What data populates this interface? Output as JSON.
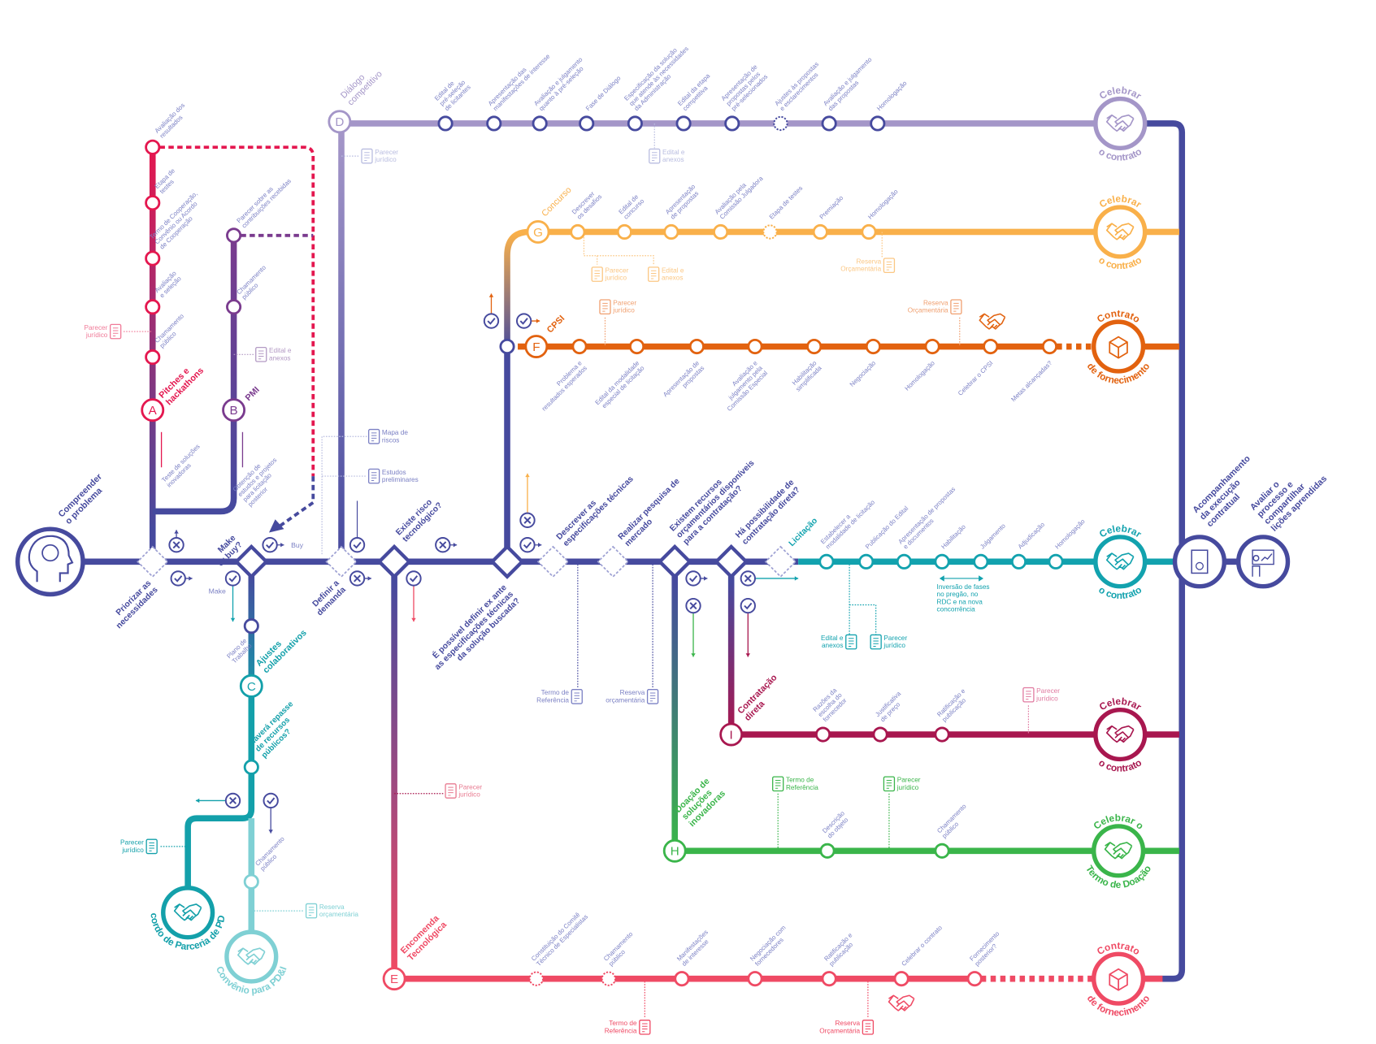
{
  "colors": {
    "main": "#464a9e",
    "label": "#7b80c4",
    "dialogo": "#a496c8",
    "concurso": "#f9b04a",
    "cpsi": "#e2620f",
    "licitacao": "#12a2ae",
    "direta": "#a8174f",
    "doacao": "#3ab54a",
    "encomenda": "#ef4a64",
    "pitches": "#e4174f",
    "pmi": "#7a3b8e",
    "ajustes": "#13a0aa",
    "convenio": "#7fd0d4"
  },
  "nodes": {
    "start": [
      "Compreender",
      "o problema"
    ],
    "monitor": [
      "Acompanhamento",
      "da execução",
      "contratual"
    ],
    "evaluate": [
      "Avaliar o",
      "processo e",
      "compartilhar",
      "lições aprendidas"
    ]
  },
  "decisions": [
    [
      "Priorizar as",
      "necessidades"
    ],
    [
      "Make",
      "or buy?"
    ],
    [
      "Definir a",
      "demanda"
    ],
    [
      "Existe risco",
      "tecnológico?"
    ],
    [
      "É possível definir ex ante",
      "as especificações técnicas",
      "da solução buscada?"
    ],
    [
      "Descrever as",
      "especificações técnicas"
    ],
    [
      "Realizar pesquisa de",
      "mercado"
    ],
    [
      "Existem recursos",
      "orçamentários disponíveis",
      "para a contratação?"
    ],
    [
      "Há possibilidade de",
      "contratação direta?"
    ],
    [
      "Licitação"
    ]
  ],
  "markers": {
    "buy": "Buy",
    "make": "Make"
  },
  "lines": {
    "A": {
      "letter": "A",
      "title": [
        "Pitches e",
        "hackathons"
      ],
      "note": [
        "Teste de soluções",
        "inovadoras"
      ],
      "stations": [
        [
          "Chamamento",
          "público"
        ],
        [
          "Avaliação",
          "e seleção"
        ],
        [
          "Termo de Cooperação,",
          "Convênio ou Acordo",
          "de Cooperação"
        ],
        [
          "Etapa de",
          "testes"
        ],
        [
          "Avaliação dos",
          "resultados"
        ]
      ]
    },
    "B": {
      "letter": "B",
      "title": [
        "PMI"
      ],
      "note": [
        "Obtenção de",
        "estudos e projetos",
        "para licitação",
        "posterior"
      ],
      "stations": [
        [
          "Chamamento",
          "público"
        ],
        [
          "Parecer sobre as",
          "contribuições recebidas"
        ]
      ]
    },
    "C": {
      "letter": "C",
      "title": [
        "Ajustes",
        "colaborativos"
      ],
      "stations": [
        [
          "Plano de",
          "Trabalho"
        ],
        [
          "Haverá repasse",
          "de recursos",
          "públicos?"
        ],
        [
          "Chamamento",
          "público"
        ]
      ]
    },
    "D": {
      "letter": "D",
      "title": [
        "Diálogo",
        "competitivo"
      ],
      "stations": [
        [
          "Edital de",
          "pré-seleção",
          "de licitantes"
        ],
        [
          "Apresentação das",
          "manifestações de interesse"
        ],
        [
          "Avaliação e julgamento",
          "quanto à pré-seleção"
        ],
        [
          "Fase de Diálogo"
        ],
        [
          "Especificação da solução",
          "que atende às necessidades",
          "da Administração"
        ],
        [
          "Edital da etapa",
          "competitiva"
        ],
        [
          "Apresentação de",
          "propostas pelos",
          "pré-selecionados"
        ],
        [
          "Ajustes às propostas",
          "e esclarecimentos"
        ],
        [
          "Avaliação e julgamento",
          "das propostas"
        ],
        [
          "Homologação"
        ]
      ]
    },
    "G": {
      "letter": "G",
      "title": [
        "Concurso"
      ],
      "stations": [
        [
          "Descrever",
          "os desafios"
        ],
        [
          "Edital de",
          "concurso"
        ],
        [
          "Apresentação",
          "de propostas"
        ],
        [
          "Avaliação pela",
          "Comissão Julgadora"
        ],
        [
          "Etapa de testes"
        ],
        [
          "Premiação"
        ],
        [
          "Homologação"
        ]
      ]
    },
    "F": {
      "letter": "F",
      "title": [
        "CPSI"
      ],
      "stations": [
        [
          "Problema e",
          "resultados esperados"
        ],
        [
          "Edital da modalidade",
          "especial de licitação"
        ],
        [
          "Apresentação de",
          "propostas"
        ],
        [
          "Avaliação e",
          "julgamento pela",
          "Comissão Especial"
        ],
        [
          "Habilitação",
          "simplificada"
        ],
        [
          "Negociação"
        ],
        [
          "Homologação"
        ],
        [
          "Celebrar o CPSI"
        ],
        [
          "Metas alcançadas?"
        ]
      ]
    },
    "T": {
      "stations": [
        [
          "Estabelecer a",
          "modalidade de licitação"
        ],
        [
          "Publicação do Edital"
        ],
        [
          "Apresentação de propostas",
          "e documentos"
        ],
        [
          "Habilitação"
        ],
        [
          "Julgamento"
        ],
        [
          "Adjudicação"
        ],
        [
          "Homologação"
        ]
      ],
      "note": [
        "Inversão de fases",
        "no pregão, no",
        "RDC e na nova",
        "concorrência"
      ]
    },
    "I": {
      "letter": "I",
      "title": [
        "Contratação",
        "direta"
      ],
      "stations": [
        [
          "Razões da",
          "escolha do",
          "fornecedor"
        ],
        [
          "Justificativa",
          "de preço"
        ],
        [
          "Ratificação e",
          "publicação"
        ]
      ]
    },
    "H": {
      "letter": "H",
      "title": [
        "Doação de",
        "soluções",
        "inovadoras"
      ],
      "stations": [
        [
          "Descrição",
          "do objeto"
        ],
        [
          "Chamamento",
          "público"
        ]
      ]
    },
    "E": {
      "letter": "E",
      "title": [
        "Encomenda",
        "Tecnológica"
      ],
      "stations": [
        [
          "Constituição do Comitê",
          "Técnico de Especialistas"
        ],
        [
          "Chamamento",
          "público"
        ],
        [
          "Manifestações",
          "de interesse"
        ],
        [
          "Negociação com",
          "fornecedores"
        ],
        [
          "Ratificação e",
          "publicação"
        ],
        [
          "Celebrar o contrato"
        ],
        [
          "Fornecimento",
          "posterior?"
        ]
      ]
    }
  },
  "docs": [
    [
      "Parecer",
      "jurídico"
    ],
    [
      "Edital e",
      "anexos"
    ],
    [
      "Parecer",
      "jurídico"
    ],
    [
      "Edital e",
      "anexos"
    ],
    [
      "Mapa de",
      "riscos"
    ],
    [
      "Estudos",
      "preliminares"
    ],
    [
      "Parecer",
      "jurídico"
    ],
    [
      "Edital e",
      "anexos"
    ],
    [
      "Reserva",
      "Orçamentária"
    ],
    [
      "Parecer",
      "jurídico"
    ],
    [
      "Reserva",
      "Orçamentária"
    ],
    [
      "Termo de",
      "Referência"
    ],
    [
      "Reserva",
      "orçamentária"
    ],
    [
      "Edital e",
      "anexos"
    ],
    [
      "Parecer",
      "jurídico"
    ],
    [
      "Parecer",
      "jurídico"
    ],
    [
      "Parecer",
      "jurídico"
    ],
    [
      "Termo de",
      "Referência"
    ],
    [
      "Parecer",
      "jurídico"
    ],
    [
      "Parecer",
      "jurídico"
    ],
    [
      "Reserva",
      "orçamentária"
    ],
    [
      "Termo de",
      "Referência"
    ],
    [
      "Reserva",
      "Orçamentária"
    ]
  ],
  "terminals": [
    {
      "top": "Celebrar",
      "bottom": "o contrato"
    },
    {
      "top": "Celebrar",
      "bottom": "o contrato"
    },
    {
      "top": "Contrato",
      "bottom": "de fornecimento"
    },
    {
      "top": "Celebrar",
      "bottom": "o contrato"
    },
    {
      "top": "Celebrar",
      "bottom": "o contrato"
    },
    {
      "top": "Celebrar o",
      "bottom": "Termo de Doação"
    },
    {
      "top": "Contrato",
      "bottom": "de fornecimento"
    },
    {
      "top": "",
      "bottom": "Acordo de Parceria de PD&I"
    },
    {
      "top": "",
      "bottom": "Convênio para PD&I"
    }
  ]
}
